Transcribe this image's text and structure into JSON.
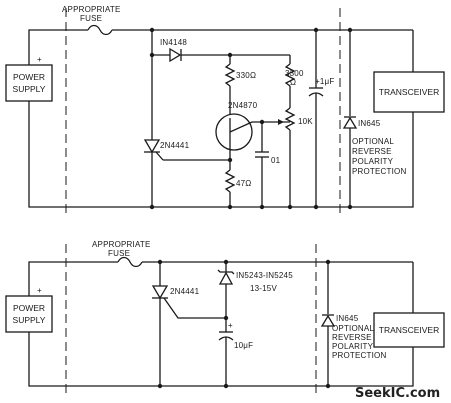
{
  "top": {
    "fuse_label_1": "APPROPRIATE",
    "fuse_label_2": "FUSE",
    "power_supply_1": "POWER",
    "power_supply_2": "SUPPLY",
    "plus": "+",
    "transceiver": "TRANSCEIVER",
    "diode_in4148": "IN4148",
    "r_330": "330Ω",
    "r_3300": "3300",
    "r_3300_unit": "Ω",
    "cap_1uf": "+1μF",
    "ujt_2n4870": "2N4870",
    "pot_10k": "10K",
    "scr_2n4441": "2N4441",
    "cap_01": "01",
    "r_47": "47Ω",
    "diode_in645": "IN645",
    "optional": [
      "OPTIONAL",
      "REVERSE",
      "POLARITY",
      "PROTECTION"
    ]
  },
  "bottom": {
    "fuse_label_1": "APPROPRIATE",
    "fuse_label_2": "FUSE",
    "power_supply_1": "POWER",
    "power_supply_2": "SUPPLY",
    "plus": "+",
    "transceiver": "TRANSCEIVER",
    "scr_2n4441": "2N4441",
    "zener_1": "IN5243-IN5245",
    "zener_2": "13-15V",
    "cap_plus": "+",
    "cap_10uf": "10μF",
    "diode_in645": "IN645",
    "optional": [
      "OPTIONAL",
      "REVERSE",
      "POLARITY",
      "PROTECTION"
    ]
  },
  "watermark": "SeekIC.com"
}
